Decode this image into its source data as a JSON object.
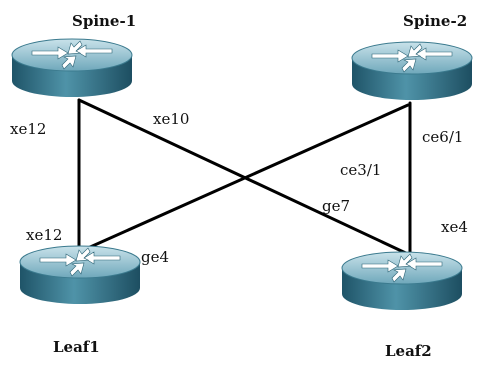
{
  "nodes": {
    "spine1": {
      "name": "Spine-1"
    },
    "spine2": {
      "name": "Spine-2"
    },
    "leaf1": {
      "name": "Leaf1"
    },
    "leaf2": {
      "name": "Leaf2"
    }
  },
  "interfaces": {
    "spine1_to_leaf1": "xe12",
    "spine1_to_leaf2": "xe10",
    "leaf1_to_spine1": "xe12",
    "leaf1_to_spine2": "ge4",
    "spine2_to_leaf1": "ce3/1",
    "spine2_to_leaf2": "ce6/1",
    "leaf2_to_spine1": "ge7",
    "leaf2_to_spine2": "xe4"
  },
  "colors": {
    "router_body": "#2f6f86",
    "router_top": "#9fc6d4",
    "link": "#000000"
  }
}
